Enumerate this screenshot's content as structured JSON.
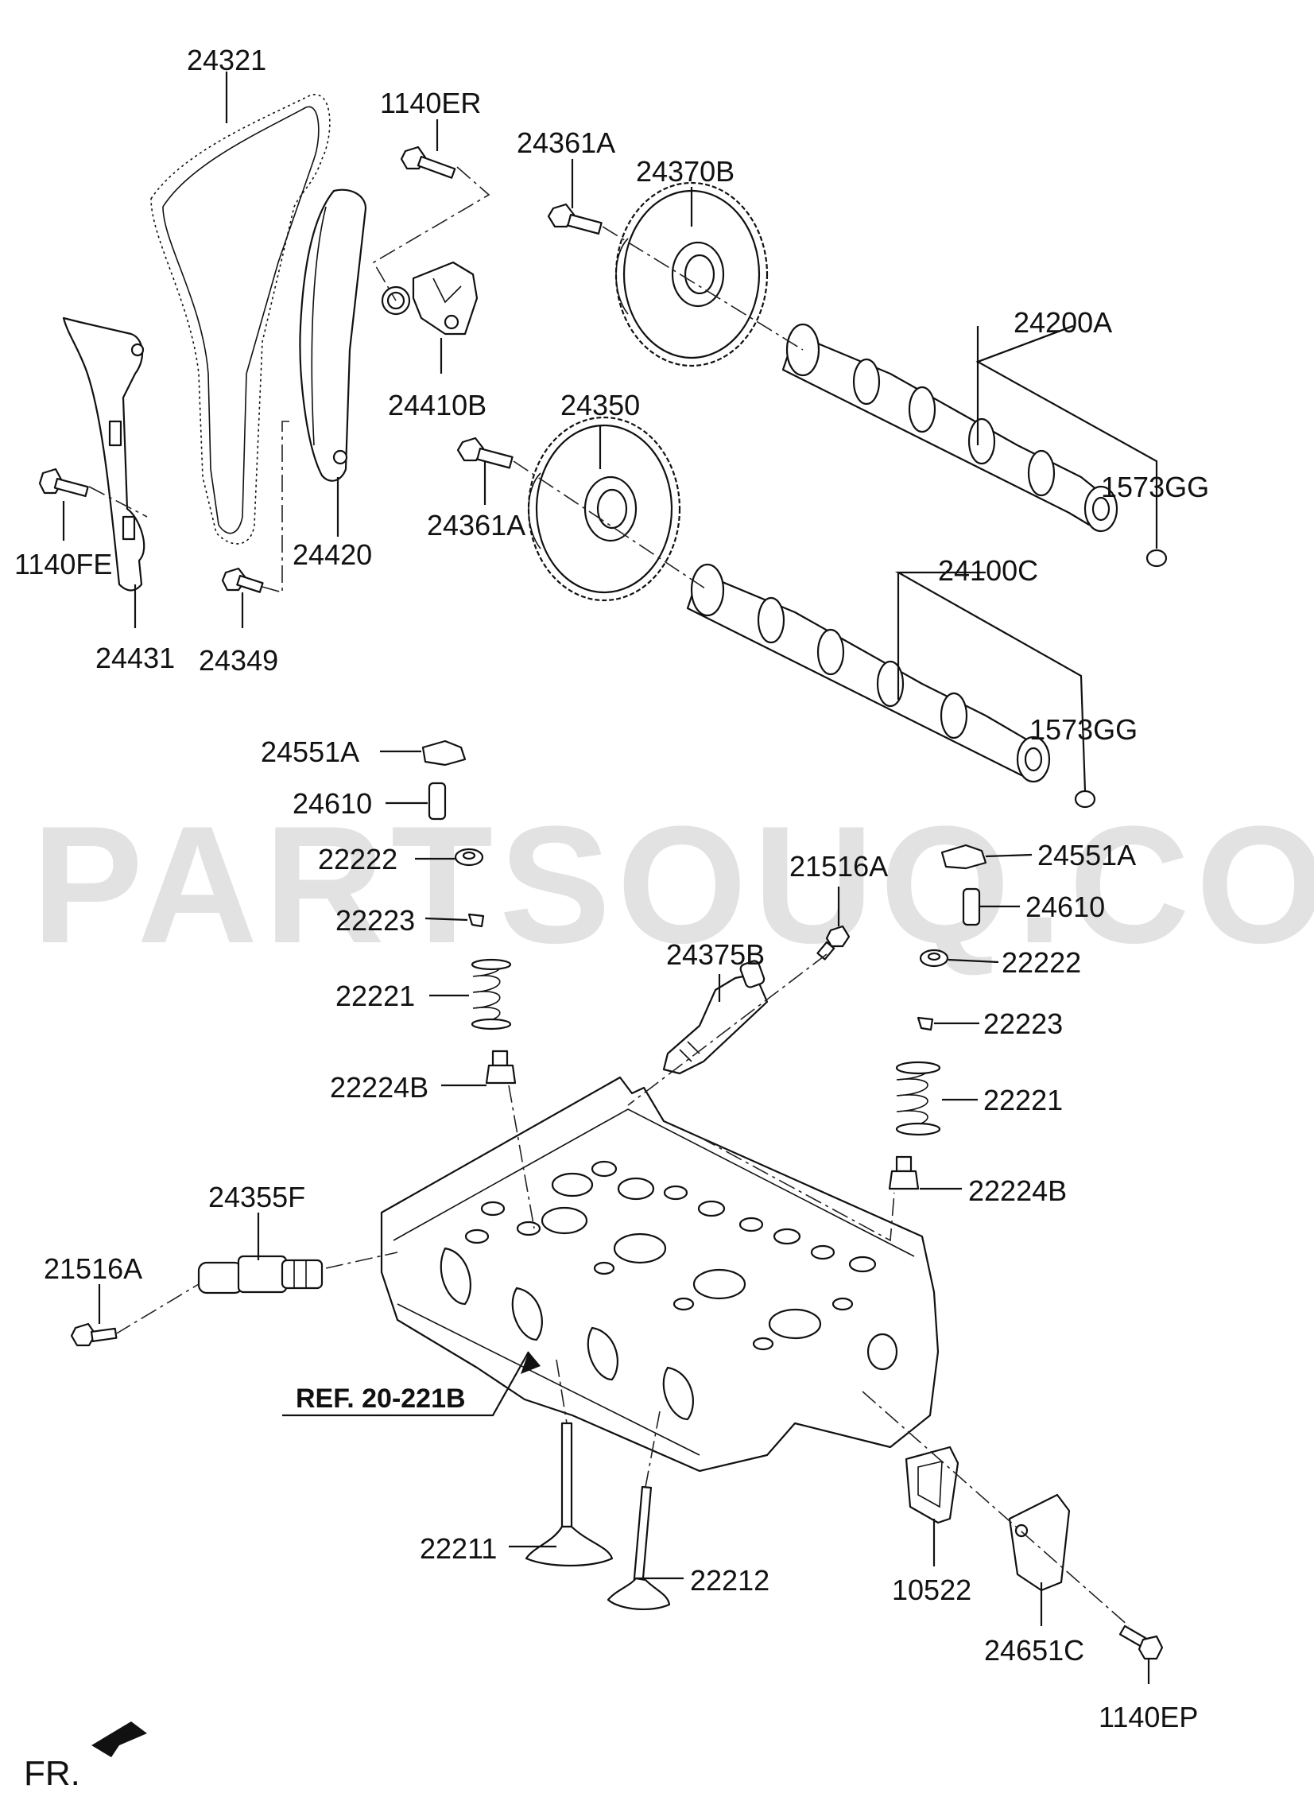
{
  "watermark": "PARTSOUQ.COM",
  "front_label": "FR.",
  "labels": {
    "p24321": "24321",
    "p1140ER": "1140ER",
    "p24361A": "24361A",
    "p24370B": "24370B",
    "p24200A": "24200A",
    "p24410B": "24410B",
    "p24350": "24350",
    "p1573GG": "1573GG",
    "p24420": "24420",
    "p1140FE": "1140FE",
    "p24100C": "24100C",
    "p24431": "24431",
    "p24349": "24349",
    "p24551A": "24551A",
    "p24610": "24610",
    "p22222": "22222",
    "p21516A": "21516A",
    "p22223": "22223",
    "p24375B": "24375B",
    "p22221": "22221",
    "p22224B": "22224B",
    "p24355F": "24355F",
    "ref": "REF. 20-221B",
    "p22211": "22211",
    "p22212": "22212",
    "p10522": "10522",
    "p24651C": "24651C",
    "p1140EP": "1140EP"
  }
}
